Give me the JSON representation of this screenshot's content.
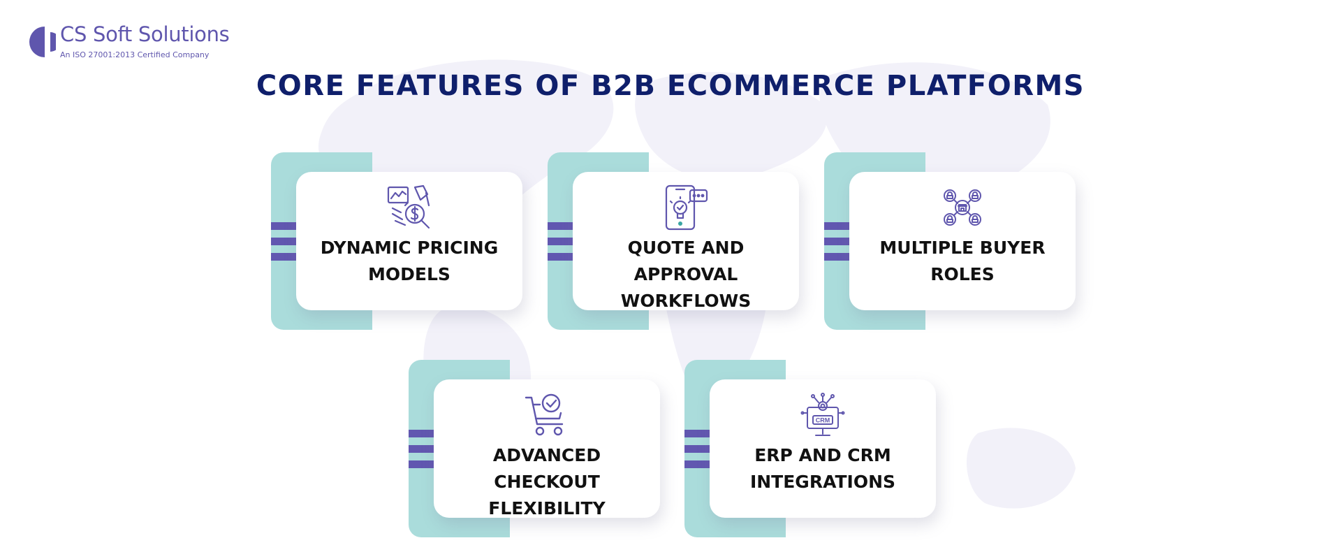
{
  "brand": {
    "name": "CS Soft Solutions",
    "tagline": "An ISO 27001:2013 Certified Company",
    "primary_color": "#5f56ad",
    "logo_icon": "cs-logo-icon"
  },
  "title": "CORE FEATURES OF B2B ECOMMERCE PLATFORMS",
  "colors": {
    "title": "#0f1f6b",
    "tab": "#aadcdb",
    "stripe": "#6157b0",
    "card": "#ffffff",
    "icon": "#5f56ad"
  },
  "features": [
    {
      "line1": "DYNAMIC PRICING",
      "line2": "MODELS",
      "icon": "pricing-analysis-icon"
    },
    {
      "line1": "QUOTE AND APPROVAL",
      "line2": "WORKFLOWS",
      "icon": "mobile-approval-icon"
    },
    {
      "line1": "MULTIPLE BUYER",
      "line2": "ROLES",
      "icon": "buyer-network-icon"
    },
    {
      "line1": "ADVANCED CHECKOUT",
      "line2": "FLEXIBILITY",
      "icon": "cart-check-icon"
    },
    {
      "line1": "ERP AND CRM",
      "line2": "INTEGRATIONS",
      "icon": "crm-monitor-icon"
    }
  ]
}
